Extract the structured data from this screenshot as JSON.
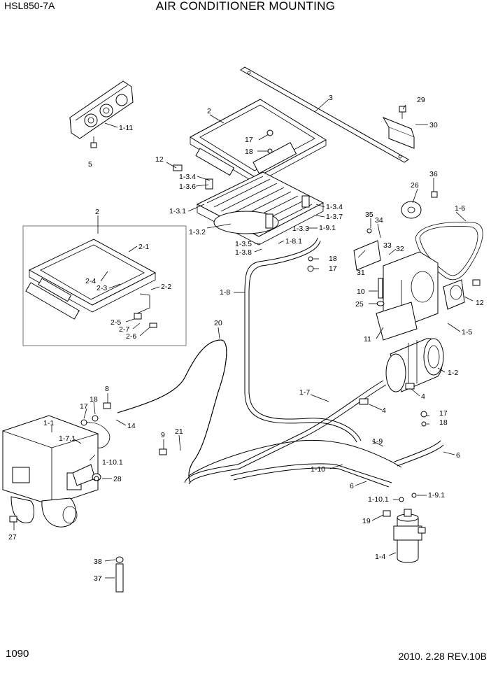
{
  "header": {
    "model": "HSL850-7A",
    "title": "AIR CONDITIONER MOUNTING"
  },
  "footer": {
    "page_number": "1090",
    "date_revision": "2010. 2.28  REV.10B"
  },
  "callouts": [
    "1-11",
    "5",
    "2",
    "3",
    "29",
    "30",
    "17",
    "18",
    "12",
    "1-3.4",
    "1-3.6",
    "36",
    "26",
    "1-6",
    "1-3.1",
    "1-3.4",
    "1-3.7",
    "35",
    "34",
    "1-3.2",
    "1-3.3",
    "1-9.1",
    "2",
    "2-1",
    "1-3.5",
    "1-8.1",
    "33",
    "32",
    "1-3.8",
    "18",
    "17",
    "31",
    "2-4",
    "2-3",
    "2-2",
    "1-8",
    "10",
    "12",
    "25",
    "2-5",
    "2-7",
    "2-6",
    "1-5",
    "11",
    "20",
    "1-2",
    "8",
    "1-7",
    "18",
    "17",
    "4",
    "4",
    "1-1",
    "1-7.1",
    "14",
    "17",
    "18",
    "9",
    "21",
    "1-9",
    "1-10.1",
    "6",
    "28",
    "1-10",
    "6",
    "1-10.1",
    "1-9.1",
    "27",
    "19",
    "1-4",
    "38",
    "37"
  ],
  "inset_label": "2"
}
